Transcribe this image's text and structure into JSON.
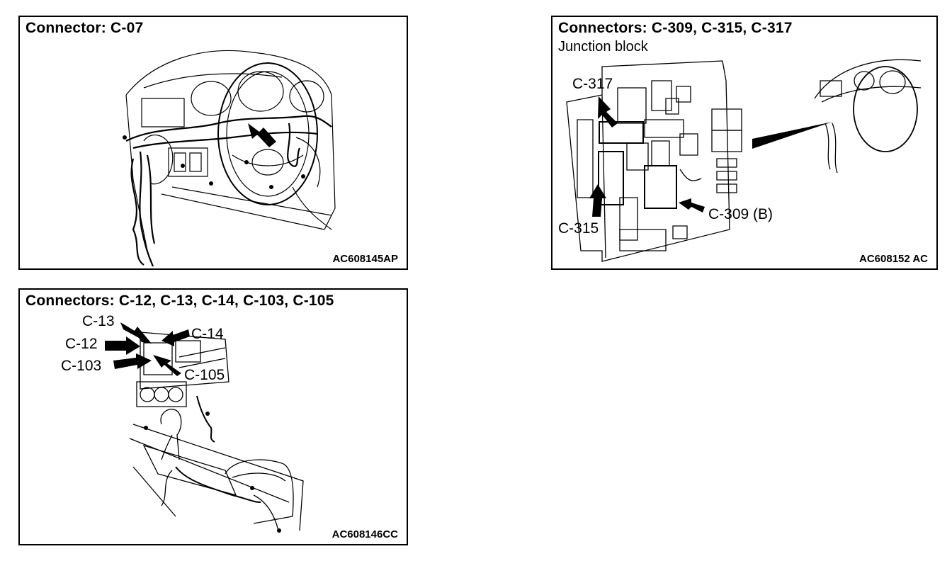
{
  "panels": [
    {
      "title": "Connector: C-07",
      "figure_code": "AC608145AP",
      "callouts": []
    },
    {
      "title": "Connectors: C-309, C-315, C-317",
      "subtitle": "Junction block",
      "figure_code": "AC608152 AC",
      "callouts": [
        "C-317",
        "C-315",
        "C-309 (B)"
      ]
    },
    {
      "title": "Connectors: C-12, C-13, C-14, C-103, C-105",
      "figure_code": "AC608146CC",
      "callouts": [
        "C-13",
        "C-14",
        "C-12",
        "C-103",
        "C-105"
      ]
    }
  ]
}
